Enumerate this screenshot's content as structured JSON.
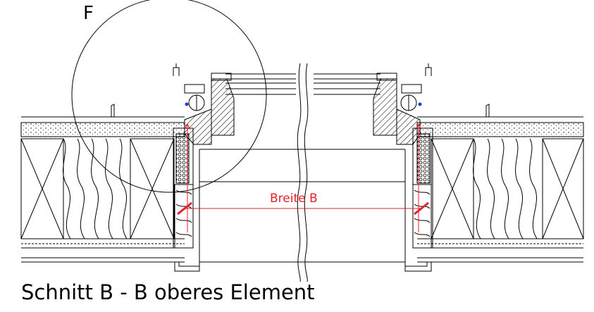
{
  "labels": {
    "detail": "F",
    "width": "Breite  B",
    "caption": "Schnitt B - B oberes Element"
  },
  "colors": {
    "line": "#000000",
    "dimension": "#e8202a",
    "seal": "#1f3fd0",
    "background": "#ffffff"
  }
}
